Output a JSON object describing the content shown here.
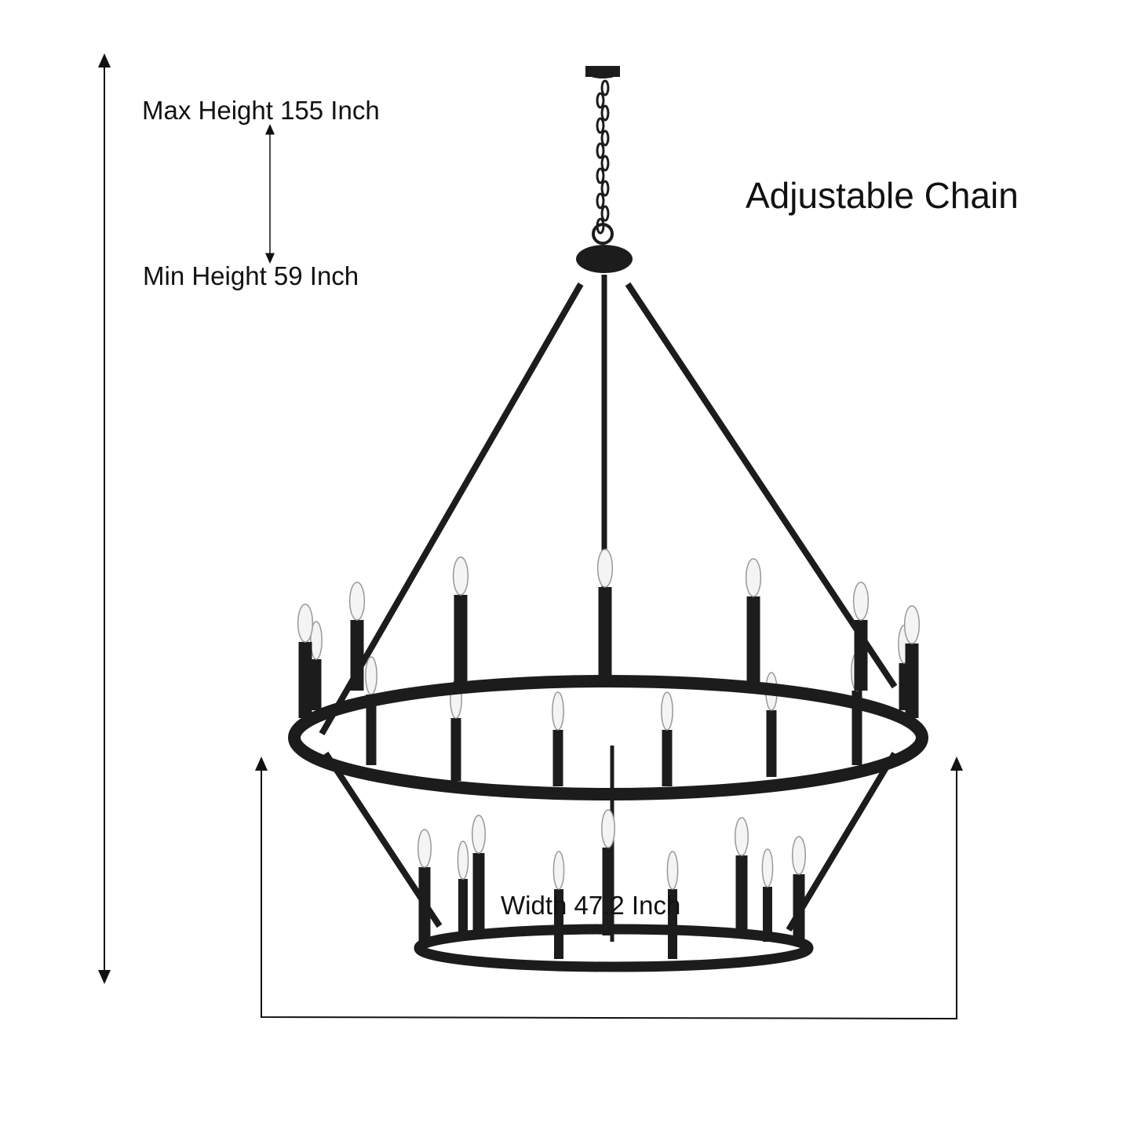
{
  "labels": {
    "max_height": "Max Height 155 Inch",
    "min_height": "Min Height 59 Inch",
    "adjustable_chain": "Adjustable Chain",
    "width": "Width 47.2 Inch"
  },
  "colors": {
    "metal": "#1c1c1c",
    "bulb": "#f4f4f4",
    "line": "#111111"
  }
}
